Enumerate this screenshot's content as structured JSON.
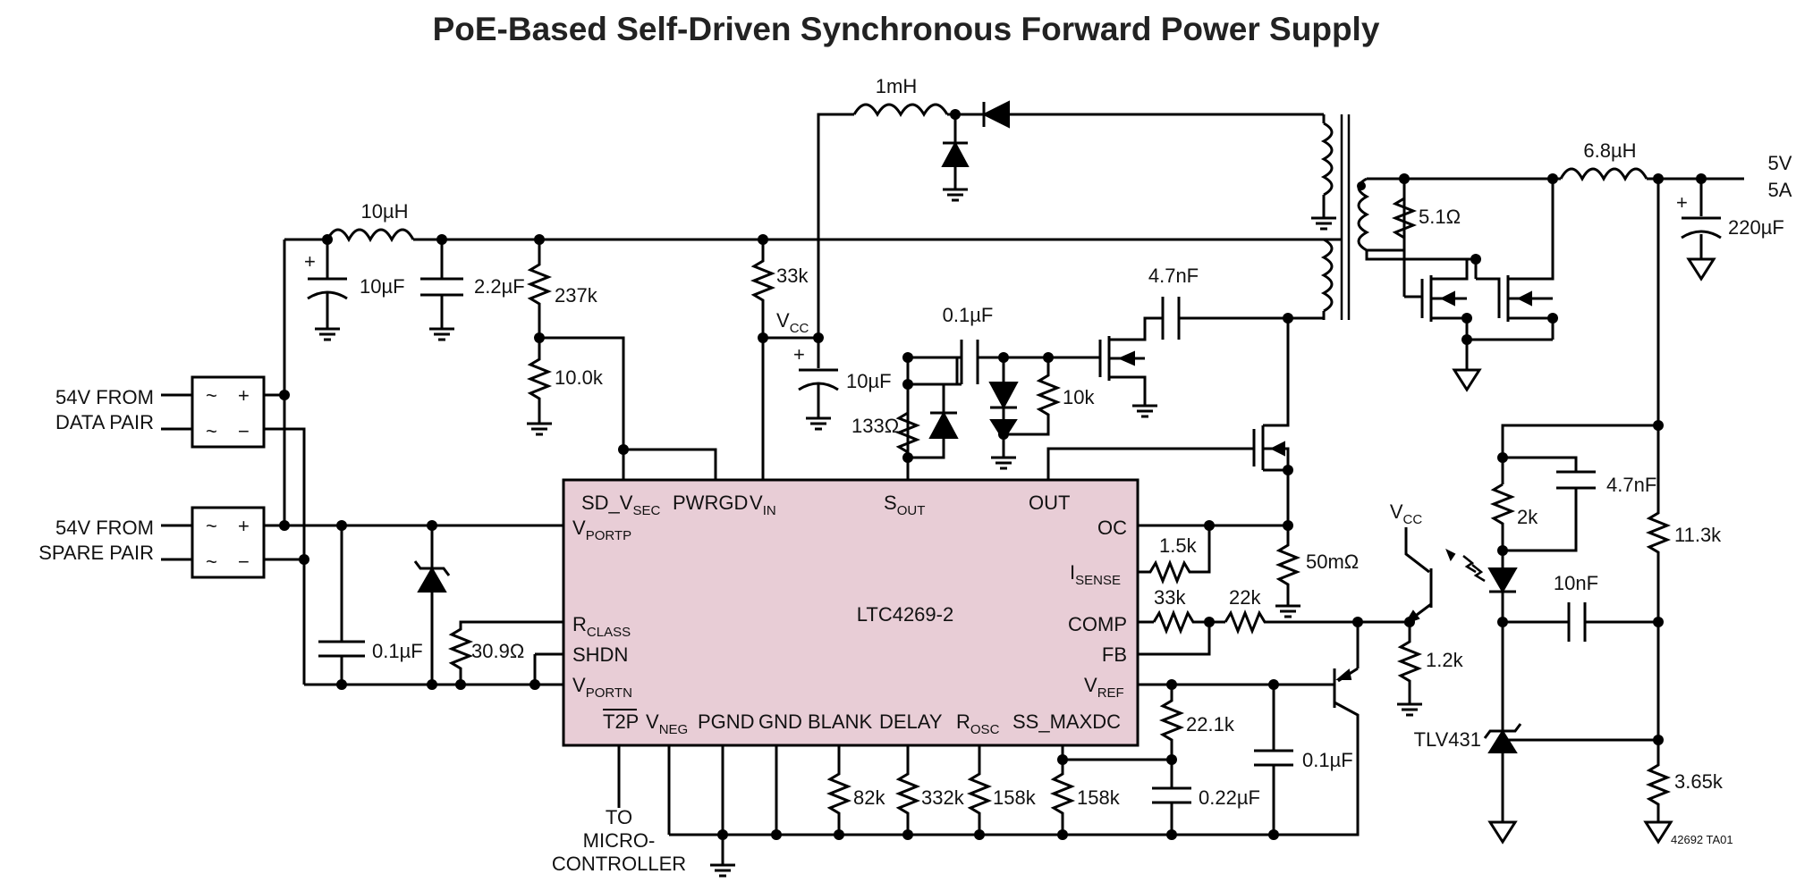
{
  "title": "PoE-Based Self-Driven Synchronous Forward Power Supply",
  "chip": {
    "name": "LTC4269-2",
    "fill_color": "#e8cdd6",
    "pins": {
      "sd_vsec": "SD_V",
      "sd_vsec_sub": "SEC",
      "pwrgd": "PWRGD",
      "vin": "V",
      "vin_sub": "IN",
      "vportp": "V",
      "vportp_sub": "PORTP",
      "rclass": "R",
      "rclass_sub": "CLASS",
      "shdn": "SHDN",
      "vportn": "V",
      "vportn_sub": "PORTN",
      "sout": "S",
      "sout_sub": "OUT",
      "out": "OUT",
      "oc": "OC",
      "isense": "I",
      "isense_sub": "SENSE",
      "comp": "COMP",
      "fb": "FB",
      "vref": "V",
      "vref_sub": "REF",
      "t2p": "T2P",
      "vneg": "V",
      "vneg_sub": "NEG",
      "pgnd": "PGND",
      "gnd": "GND",
      "blank": "BLANK",
      "delay": "DELAY",
      "rosc": "R",
      "rosc_sub": "OSC",
      "ss_maxdc": "SS_MAXDC"
    }
  },
  "inputs": {
    "data_pair_1": "54V FROM",
    "data_pair_2": "DATA PAIR",
    "spare_pair_1": "54V FROM",
    "spare_pair_2": "SPARE PAIR",
    "tilde": "~",
    "plus": "+",
    "minus": "−"
  },
  "output": {
    "voltage": "5V",
    "current": "5A"
  },
  "labels": {
    "vcc": "V",
    "vcc_sub": "CC",
    "to_micro_1": "TO",
    "to_micro_2": "MICRO-",
    "to_micro_3": "CONTROLLER",
    "tlv431": "TLV431",
    "plus": "+",
    "figure_ref": "42692 TA01"
  },
  "components": {
    "l_10uh": "10µH",
    "c_10uf_in": "10µF",
    "c_2_2uf": "2.2µF",
    "r_237k": "237k",
    "r_10_0k": "10.0k",
    "r_33k_top": "33k",
    "c_10uf_vcc": "10µF",
    "l_1mh": "1mH",
    "c_0_1uf_sout": "0.1µF",
    "r_10k": "10k",
    "r_133": "133Ω",
    "c_4_7nf_gate": "4.7nF",
    "r_5_1": "5.1Ω",
    "l_6_8uh": "6.8µH",
    "c_220uf": "220µF",
    "c_0_1uf_in": "0.1µF",
    "r_30_9": "30.9Ω",
    "r_1_5k": "1.5k",
    "r_50m": "50mΩ",
    "r_33k_comp": "33k",
    "r_22k": "22k",
    "r_1_2k": "1.2k",
    "r_2k": "2k",
    "c_4_7nf_fb": "4.7nF",
    "r_11_3k": "11.3k",
    "c_10nf": "10nF",
    "r_3_65k": "3.65k",
    "r_22_1k": "22.1k",
    "c_0_1uf_ref": "0.1µF",
    "c_0_22uf": "0.22µF",
    "r_82k": "82k",
    "r_332k": "332k",
    "r_158k_a": "158k",
    "r_158k_b": "158k"
  }
}
